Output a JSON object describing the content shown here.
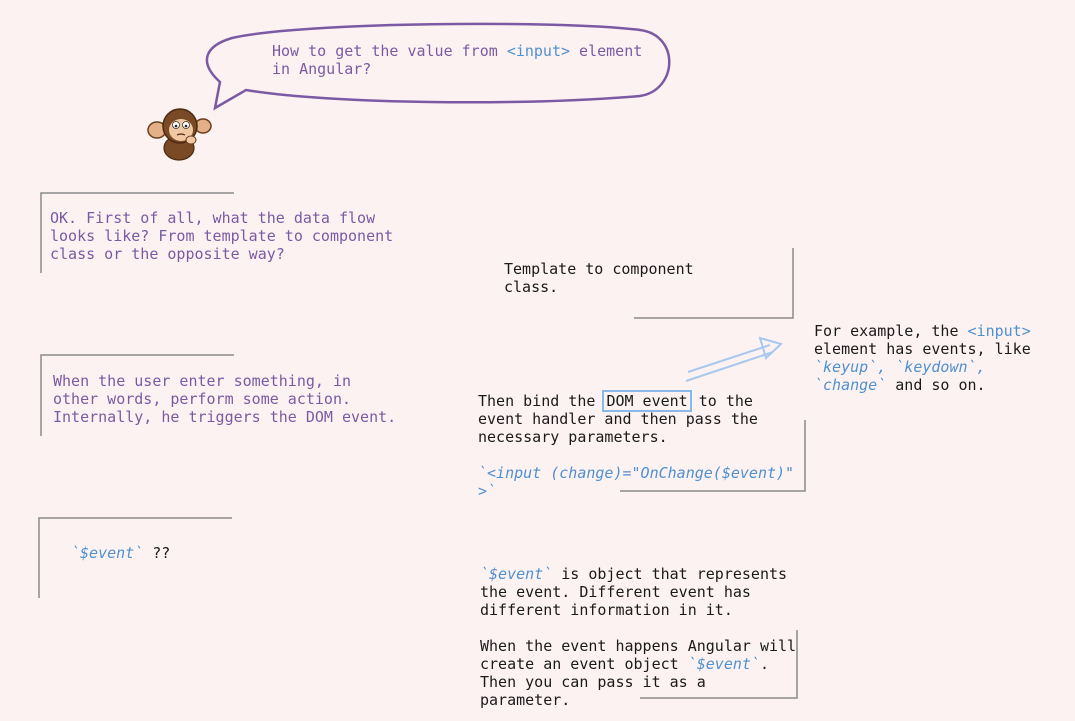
{
  "question": {
    "before": "How to get the value from ",
    "code": "<input>",
    "after": " element in Angular?"
  },
  "block1": {
    "text": "OK. First of all, what the data flow looks like? From template to component class or the opposite way?"
  },
  "block2": {
    "text": "Template to component class."
  },
  "block3": {
    "text": "When the user enter something, in other words, perform some action. Internally, he triggers the DOM event."
  },
  "block4": {
    "t1": "For example, the ",
    "code1": "<input>",
    "t2": " element has events, like ",
    "code2": "`keyup`, `keydown`, `change`",
    "t3": " and so on."
  },
  "block5": {
    "before": "Then bind the ",
    "highlight": "DOM event",
    "after": " to the event handler and then pass the necessary parameters.",
    "code": "`<input (change)=\"OnChange($event)\" >`"
  },
  "block6": {
    "code": "`$event`",
    "after": " ??"
  },
  "block7": {
    "code": "`$event`",
    "text1": " is object that represents the event. Different event has different information in it.",
    "text2": "When the event happens Angular will create an event object ",
    "code2": "`$event`",
    "text3": ". Then you can pass it as a parameter."
  },
  "colors": {
    "background": "#fdf2f2",
    "bubble_stroke": "#7a5aa3",
    "question_text": "#7a5aa3",
    "answer_text": "#1a1a1a",
    "code_text": "#4f90cf",
    "border": "#8a8a8a",
    "arrow": "#a8c8ee"
  },
  "icons": {
    "character": "monkey-icon",
    "arrow": "arrow-icon"
  }
}
